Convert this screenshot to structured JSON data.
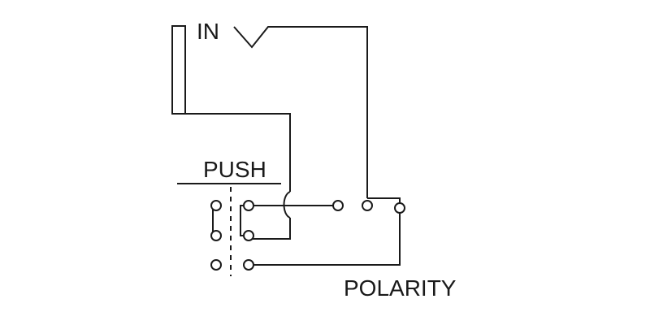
{
  "labels": {
    "input": "IN",
    "switch": "PUSH",
    "output": "POLARITY"
  }
}
